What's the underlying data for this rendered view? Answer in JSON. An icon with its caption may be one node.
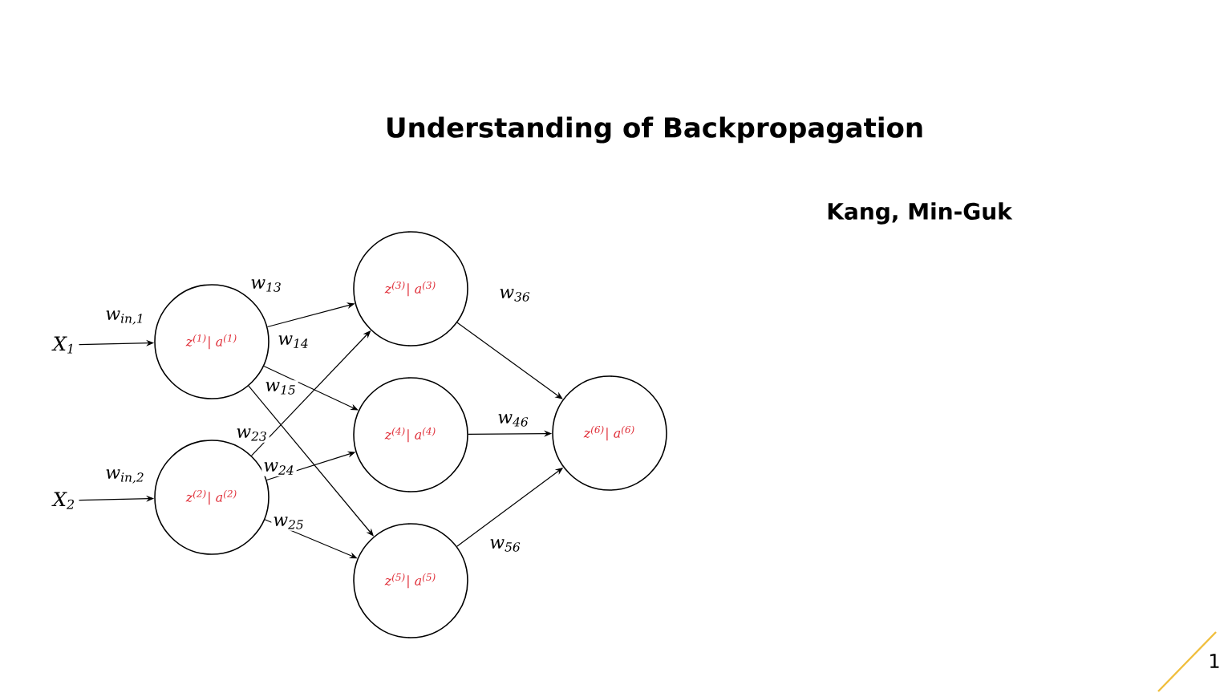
{
  "diagram": {
    "title": "Understanding of Backpropagation",
    "nodes": [
      {
        "text": [
          "X$_{1}$"
        ]
      },
      {
        "text": [
          "X$_{2}$"
        ]
      },
      {
        "text": [
          "z$^{(1)}$| a$^{(1)}$"
        ]
      },
      {
        "text": [
          "z$^{(2)}$| a$^{(2)}$"
        ]
      },
      {
        "text": [
          "z$^{(3)}$| a$^{(3)}$"
        ]
      },
      {
        "text": [
          "z$^{(4)}$| a$^{(4)}$"
        ]
      },
      {
        "text": [
          "z$^{(5)}$| a$^{(5)}$"
        ]
      },
      {
        "text": [
          "z$^{(6)}$| a$^{(6)}$"
        ]
      }
    ],
    "edges": [
      {
        "from": 0,
        "to": 2,
        "arrow": "to",
        "label": "w$_{in,1}$"
      },
      {
        "from": 1,
        "to": 3,
        "arrow": "to",
        "label": "w$_{in,2}$"
      },
      {
        "from": 2,
        "to": 4,
        "arrow": "to",
        "label": "w$_{13}$"
      },
      {
        "from": 2,
        "to": 5,
        "arrow": "to",
        "label": "w$_{14}$"
      },
      {
        "from": 2,
        "to": 6,
        "arrow": "to",
        "label": "w$_{15}$"
      },
      {
        "from": 3,
        "to": 4,
        "arrow": "to",
        "label": "w$_{23}$"
      },
      {
        "from": 3,
        "to": 5,
        "arrow": "to",
        "label": "w$_{24}$"
      },
      {
        "from": 3,
        "to": 6,
        "arrow": "to",
        "label": "w$_{25}$"
      },
      {
        "from": 4,
        "to": 7,
        "arrow": "to",
        "label": "w$_{36}$"
      },
      {
        "from": 5,
        "to": 7,
        "arrow": "to",
        "label": "w$_{46}$"
      },
      {
        "from": 6,
        "to": 7,
        "arrow": "to",
        "label": "w$_{56}$"
      }
    ],
    "labels": [
      "Kang, Min-Guk",
      "1"
    ]
  }
}
